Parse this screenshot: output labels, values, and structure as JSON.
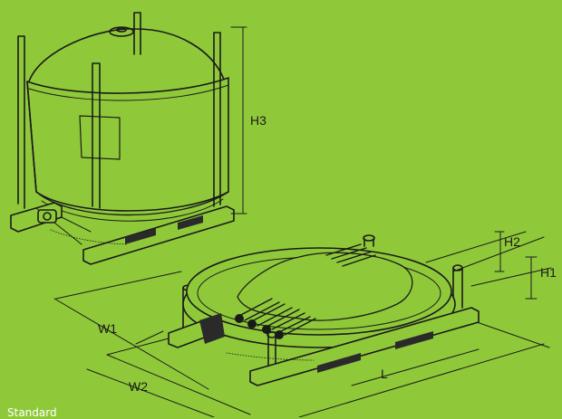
{
  "labels": {
    "h3": "H3",
    "h2": "H2",
    "h1": "H1",
    "w1": "W1",
    "w2": "W2",
    "l": "L"
  },
  "caption": "Standard",
  "colors": {
    "background": "#8fc93a",
    "line": "#1a1a1a",
    "tank_fill": "#8fc93a",
    "dark_block": "#2a2a2a"
  }
}
